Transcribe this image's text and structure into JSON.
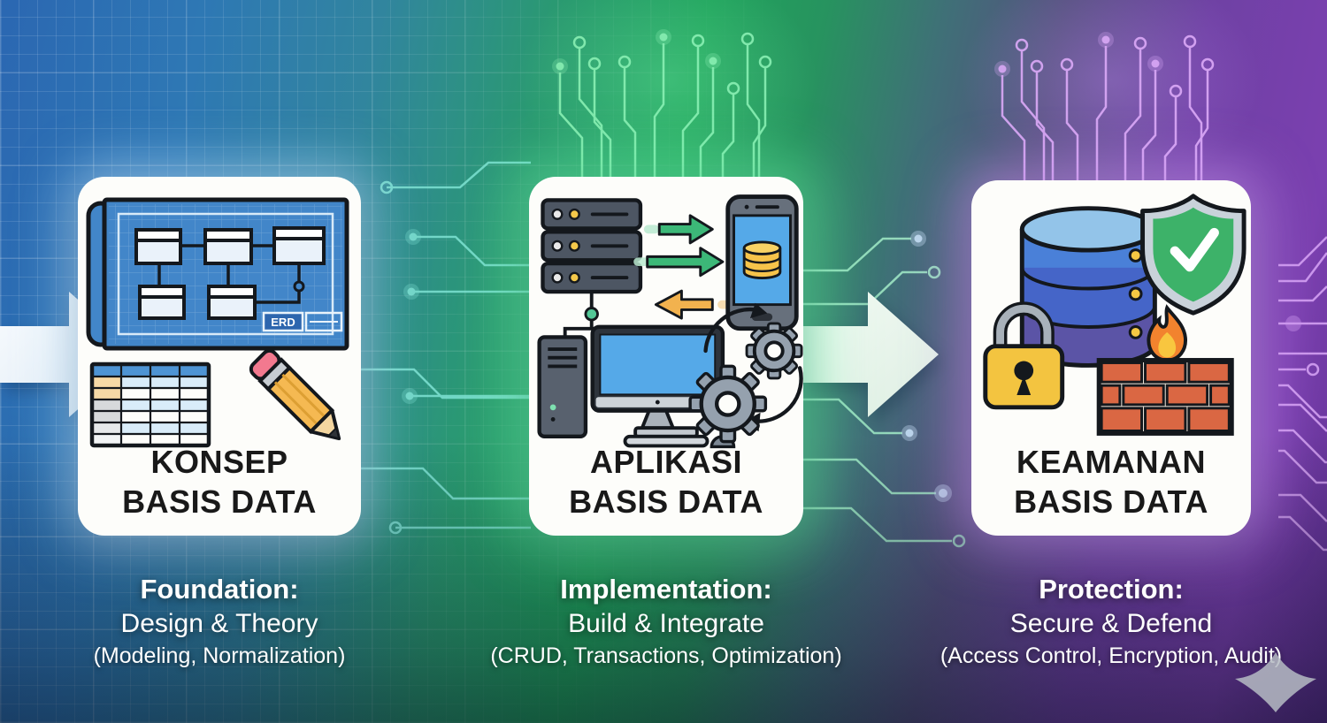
{
  "stages": [
    {
      "id": "konsep",
      "title_line1": "KONSEP",
      "title_line2": "BASIS DATA",
      "caption_title": "Foundation:",
      "caption_subtitle": "Design & Theory",
      "caption_detail": "(Modeling, Normalization)",
      "erd_label": "ERD",
      "icons": [
        "blueprint-erd-icon",
        "data-table-icon",
        "pencil-icon"
      ],
      "accent": "#2e75b6"
    },
    {
      "id": "aplikasi",
      "title_line1": "APLIKASI",
      "title_line2": "BASIS DATA",
      "caption_title": "Implementation:",
      "caption_subtitle": "Build & Integrate",
      "caption_detail": "(CRUD, Transactions, Optimization)",
      "icons": [
        "server-stack-icon",
        "transfer-arrows-icon",
        "mobile-database-icon",
        "desktop-computer-icon",
        "process-gears-icon"
      ],
      "accent": "#21a05f"
    },
    {
      "id": "keamanan",
      "title_line1": "KEAMANAN",
      "title_line2": "BASIS DATA",
      "caption_title": "Protection:",
      "caption_subtitle": "Secure & Defend",
      "caption_detail": "(Access Control, Encryption, Audit)",
      "icons": [
        "database-stack-icon",
        "shield-check-icon",
        "padlock-icon",
        "firewall-flame-icon"
      ],
      "accent": "#7c3fae"
    }
  ],
  "flow": {
    "arrow_icon": "right-block-arrow",
    "arrow_count": 2
  },
  "watermark_icon": "curved-diamond-watermark",
  "colors": {
    "bg_left_blue": "#2e6fb2",
    "bg_middle_green": "#1f9e5e",
    "bg_right_purple": "#7b3fae",
    "card_bg": "#fdfdfa",
    "card_title_text": "#191919",
    "caption_text": "#ffffff",
    "trace_green": "#8af0b4",
    "trace_purple": "#dcaaf8",
    "trace_teal": "#7fe3d4",
    "flow_arrow_fill": "#eef5fb",
    "sync_arrow_green": "#3cb878",
    "sync_arrow_orange": "#f2b24e",
    "lock_yellow": "#f3c440",
    "shield_green": "#3db269",
    "flame_orange": "#f2832e",
    "brick_red": "#da6743",
    "blueprint_blue": "#4286c9",
    "db_top_blue": "#93c4e9",
    "db_mid_blue": "#4a80d8",
    "db_bottom_indigo": "#5b54a6",
    "screen_blue": "#55a9e8",
    "server_slate": "#4d5663"
  }
}
